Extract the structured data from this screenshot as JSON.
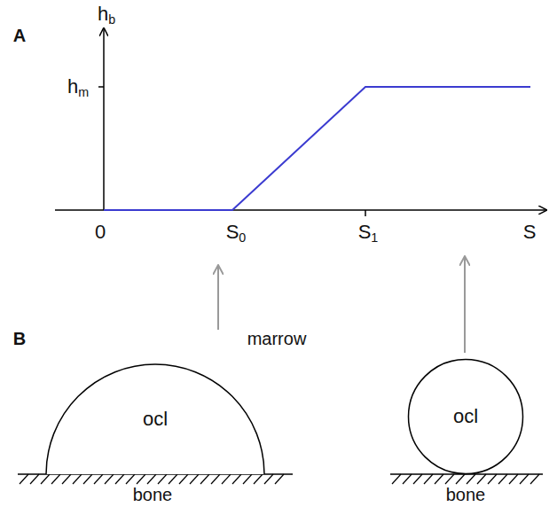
{
  "diagram": {
    "nodes": [
      {
        "text": [
          "ocl"
        ]
      },
      {
        "text": [
          "ocl"
        ]
      }
    ],
    "labels": [
      "A",
      "hb",
      "hm",
      "0",
      "S0",
      "S1",
      "S",
      "B",
      "marrow",
      "bone",
      "bone"
    ]
  }
}
